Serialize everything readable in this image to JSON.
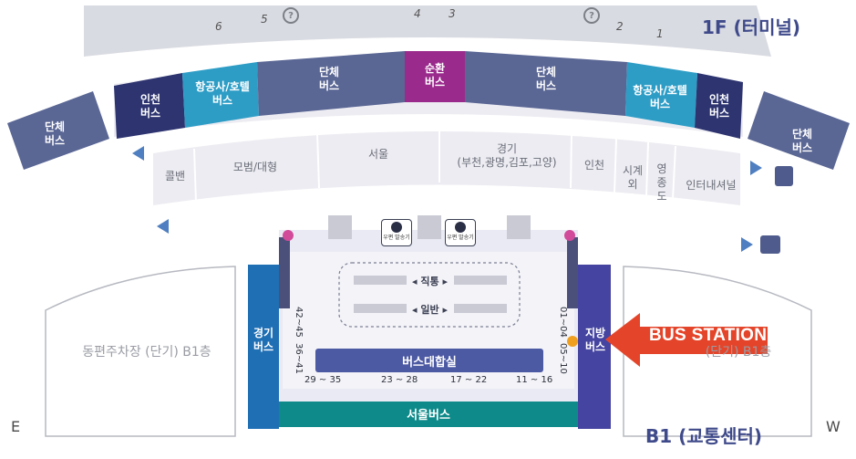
{
  "floor_labels": {
    "upper": "1F (터미널)",
    "lower": "B1 (교통센터)"
  },
  "compass": {
    "east": "E",
    "west": "W"
  },
  "gate_numbers": [
    "6",
    "5",
    "4",
    "3",
    "2",
    "1"
  ],
  "top_zones": {
    "left_outer": "단체\n버스",
    "incheon_left": "인천\n버스",
    "airline_left": "항공사/호텔\n버스",
    "group_left": "단체\n버스",
    "circulation": "순환\n버스",
    "group_right": "단체\n버스",
    "airline_right": "항공사/호텔\n버스",
    "incheon_right": "인천\n버스",
    "right_outer": "단체\n버스"
  },
  "destinations": {
    "dest_1": "콜밴",
    "dest_2": "모범/대형",
    "dest_3": "서울",
    "dest_4": "경기\n(부천,광명,김포,고양)",
    "dest_5": "인천",
    "dest_6": "시계\n외",
    "dest_7": "영\n종\n도",
    "dest_8": "인터내셔널"
  },
  "station": {
    "gyeonggi_bus": "경기\n버스",
    "local_bus": "지방\n버스",
    "bus_hall": "버스대합실",
    "seoul_bus": "서울버스",
    "direct": "직통",
    "regular": "일반",
    "pin_label": "우편\n발송기",
    "left_ranges": [
      "42~45",
      "36~41"
    ],
    "right_ranges": [
      "01~04",
      "05~10"
    ],
    "bottom_ranges": [
      "29 ~ 35",
      "23 ~ 28",
      "17 ~ 22",
      "11 ~ 16"
    ]
  },
  "parking": {
    "east_lot": "동편주차장 (단기)\nB1층",
    "west_lot": "(단기)\nB1층"
  },
  "callout": {
    "label": "BUS STATION",
    "color": "#e4452a"
  }
}
